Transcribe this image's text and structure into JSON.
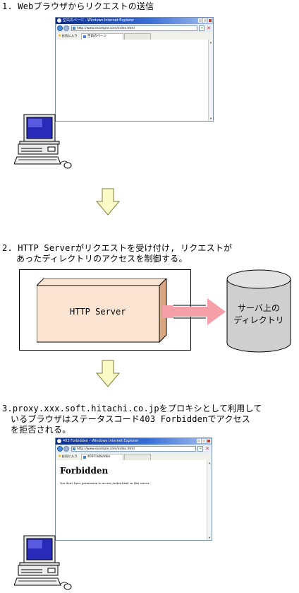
{
  "steps": [
    {
      "text": "1. Webブラウザからリクエストの送信"
    },
    {
      "line1": "2. HTTP Serverがリクエストを受け付け, リクエストが",
      "line2": "あったディレクトリのアクセスを制御する。"
    },
    {
      "line1": "3.proxy.xxx.soft.hitachi.co.jpをプロキシとして利用して",
      "line2": "いるブラウザはステータスコード403 Forbiddenでアクセス",
      "line3": "を拒否される。"
    }
  ],
  "browser1": {
    "title": "空白のページ - Windows Internet Explorer",
    "address": "http://www.example.com/index.html",
    "favorites_label": "お気に入り",
    "tab_label": "空白のページ"
  },
  "diagram": {
    "server_label": "HTTP Server",
    "directory_label_line1": "サーバ上の",
    "directory_label_line2": "ディレクトリ"
  },
  "browser2": {
    "title": "403 Forbidden - Windows Internet Explorer",
    "address": "http://www.example.com/index.html",
    "favorites_label": "お気に入り",
    "tab_label": "403 Forbidden",
    "heading": "Forbidden",
    "message": "You don't have permission to access /index.html on this server."
  },
  "colors": {
    "arrow_fill": "#fbfbc8",
    "arrow_stroke": "#7f7f3a",
    "server_front": "#fbe4d2",
    "server_side": "#d9a882",
    "pink_arrow": "#f5a0a8",
    "cylinder": "#cfcfcf"
  }
}
